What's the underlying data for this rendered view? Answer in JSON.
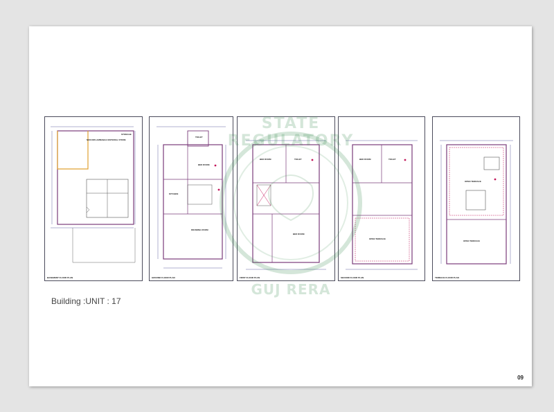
{
  "document": {
    "caption": "Building :UNIT : 17",
    "page_number": "09"
  },
  "watermark": {
    "arc_text": "STATE REGULATORY",
    "bottom_text": "GUJ RERA",
    "color": "#3c8c50"
  },
  "colors": {
    "wall": "#7a3b7a",
    "dimension": "#3a3a8a",
    "accent": "#c2185b"
  },
  "sheets": [
    {
      "title": "BASEMENT FLOOR PLAN",
      "labels": [
        "NON INFLAMMABLE MATERIAL STORE",
        "STORAGE"
      ]
    },
    {
      "title": "GROUND FLOOR PLAN",
      "labels": [
        "BED ROOM",
        "TOILET",
        "KITCHEN",
        "DRAWING ROOM"
      ]
    },
    {
      "title": "FIRST FLOOR PLAN",
      "labels": [
        "BED ROOM",
        "TOILET",
        "BED ROOM"
      ]
    },
    {
      "title": "SECOND FLOOR PLAN",
      "labels": [
        "BED ROOM",
        "TOILET",
        "OPEN TERRACE"
      ]
    },
    {
      "title": "TERRACE FLOOR PLAN",
      "labels": [
        "OPEN TERRACE",
        "OPEN TERRACE"
      ]
    }
  ]
}
